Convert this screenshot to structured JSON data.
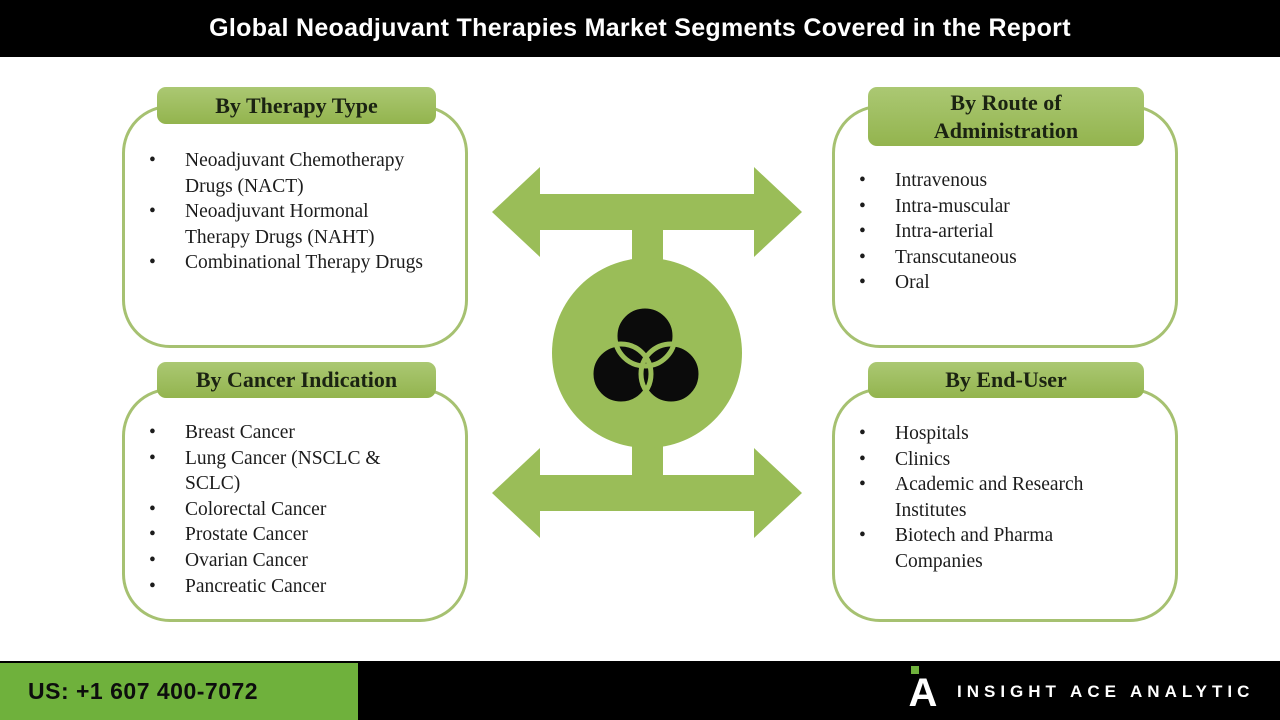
{
  "slide_title": "Global Neoadjuvant Therapies Market Segments Covered in the Report",
  "bullet_char": "•",
  "panels": {
    "therapy_type": {
      "title": "By Therapy Type",
      "items": [
        "Neoadjuvant Chemotherapy Drugs (NACT)",
        "Neoadjuvant Hormonal Therapy Drugs (NAHT)",
        "Combinational Therapy Drugs"
      ]
    },
    "route_of_administration": {
      "title": "By Route of Administration",
      "items": [
        "Intravenous",
        "Intra-muscular",
        "Intra-arterial",
        "Transcutaneous",
        "Oral"
      ]
    },
    "cancer_indication": {
      "title": "By Cancer Indication",
      "items": [
        "Breast Cancer",
        "Lung Cancer (NSCLC & SCLC)",
        "Colorectal Cancer",
        "Prostate Cancer",
        "Ovarian Cancer",
        "Pancreatic Cancer"
      ]
    },
    "end_user": {
      "title": "By End-User",
      "items": [
        "Hospitals",
        "Clinics",
        "Academic and Research Institutes",
        "Biotech and Pharma Companies"
      ]
    }
  },
  "center": {
    "icon": "venn-diagram",
    "connector": "double-headed-arrows"
  },
  "footer": {
    "phone": "US: +1 607 400-7072",
    "brand": "INSIGHT ACE ANALYTIC",
    "logo_letter": "A"
  },
  "colors": {
    "tab_green": "#9cbb59",
    "border_green": "#a6c171",
    "arrow_green": "#9abd58",
    "footer_green": "#6fb13c",
    "title_bar_bg": "#000000",
    "title_text": "#ffffff",
    "body_text": "#1c1c1c"
  }
}
